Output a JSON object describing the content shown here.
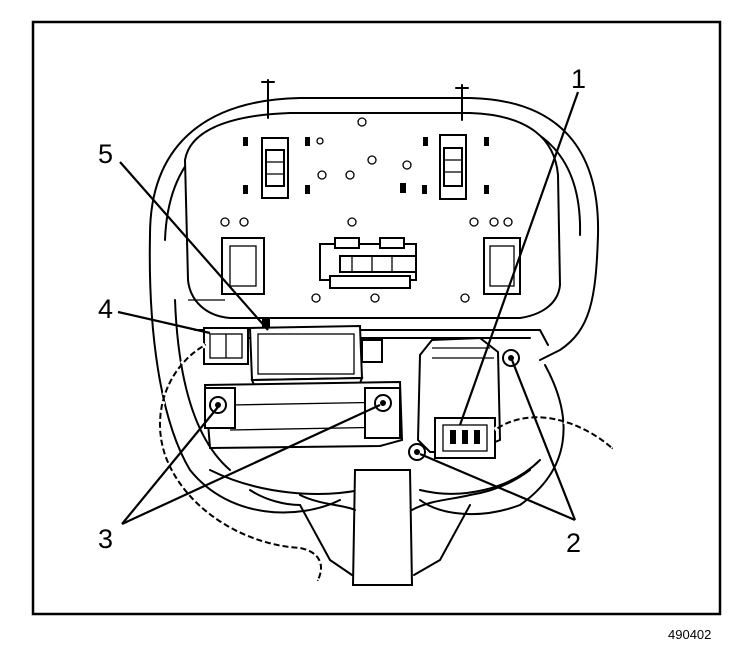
{
  "figure_id": "490402",
  "callouts": {
    "c1": "1",
    "c2": "2",
    "c3": "3",
    "c4": "4",
    "c5": "5"
  }
}
